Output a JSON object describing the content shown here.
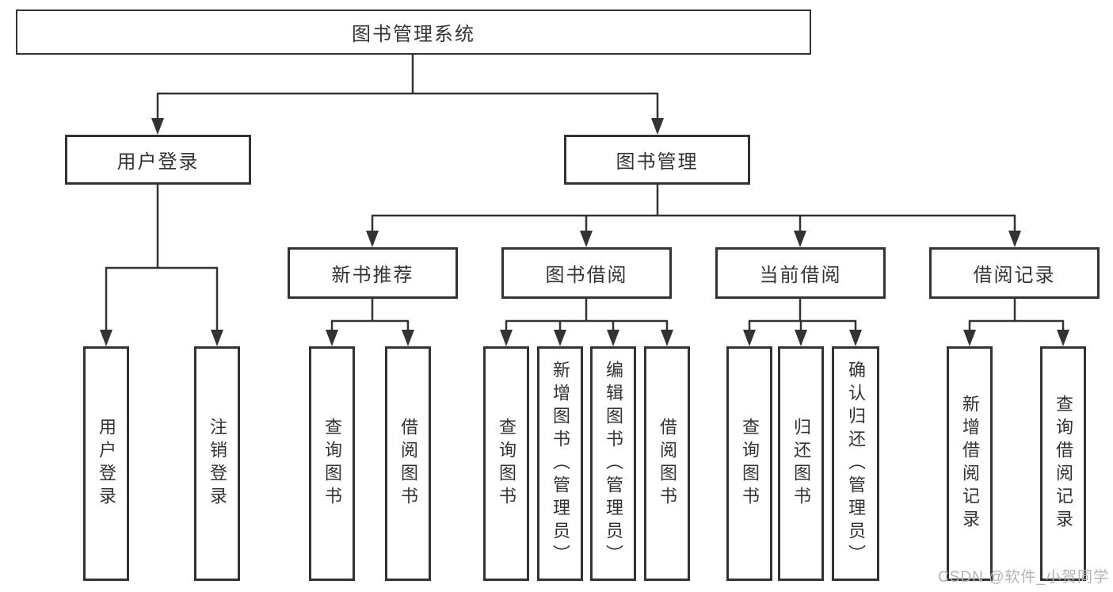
{
  "tree": {
    "label": "图书管理系统",
    "children": [
      {
        "label": "用户登录",
        "children": [
          {
            "label": "用户登录"
          },
          {
            "label": "注销登录"
          }
        ]
      },
      {
        "label": "图书管理",
        "children": [
          {
            "label": "新书推荐",
            "children": [
              {
                "label": "查询图书"
              },
              {
                "label": "借阅图书"
              }
            ]
          },
          {
            "label": "图书借阅",
            "children": [
              {
                "label": "查询图书"
              },
              {
                "label": "新增图书（管理员）"
              },
              {
                "label": "编辑图书（管理员）"
              },
              {
                "label": "借阅图书"
              }
            ]
          },
          {
            "label": "当前借阅",
            "children": [
              {
                "label": "查询图书"
              },
              {
                "label": "归还图书"
              },
              {
                "label": "确认归还（管理员）"
              }
            ]
          },
          {
            "label": "借阅记录",
            "children": [
              {
                "label": "新增借阅记录"
              },
              {
                "label": "查询借阅记录"
              }
            ]
          }
        ]
      }
    ]
  },
  "watermark": "CSDN @软件_小贺同学",
  "colors": {
    "line": "#333333",
    "text": "#333333",
    "box_background": "#ffffff",
    "watermark": "#b3b3b3"
  }
}
